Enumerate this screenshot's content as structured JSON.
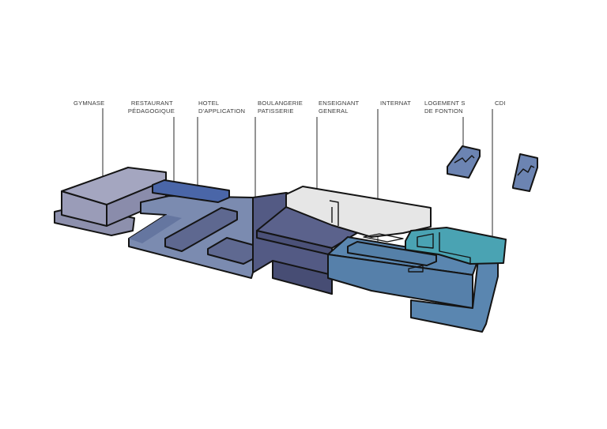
{
  "labels": {
    "gymnase": [
      "GYMNASE"
    ],
    "restaurant": [
      "RESTAURANT",
      "PÉDAGOGIQUE"
    ],
    "hotel": [
      "HOTEL",
      "D'APPLICATION"
    ],
    "boulangerie": [
      "BOULANGERIE",
      "PATISSERIE"
    ],
    "enseignant": [
      "ENSEIGNANT",
      "GENERAL"
    ],
    "internat": [
      "INTERNAT"
    ],
    "logements": [
      "LOGEMENT S",
      "DE FONTION"
    ],
    "cdi": [
      "CDI"
    ]
  },
  "colors": {
    "gymnase": "#9a9cb8",
    "restaurant": "#4a66a8",
    "hotel_ground": "#7b8bb0",
    "boulangerie": "#5b628c",
    "enseignant": "#e6e6e6",
    "internat": "#5a86b0",
    "cdi": "#4aa3b3",
    "logements": "#6c84b2",
    "outline": "#141414"
  }
}
